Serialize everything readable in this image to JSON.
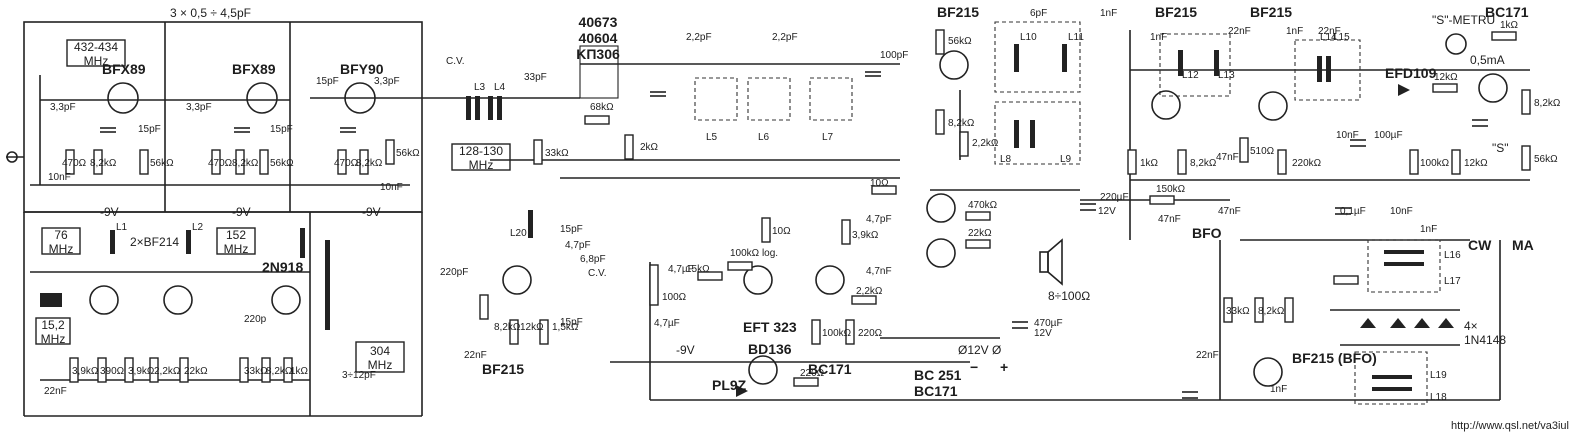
{
  "watermark_url": "http://www.qsl.net/va3iul",
  "frame_labels": {
    "f432": "432-434\nMHz",
    "f76": "76\nMHz",
    "f152": "152\nMHz",
    "f152b": "15,2\nMHz",
    "f304": "304\nMHz",
    "f128": "128-130\nMHz"
  },
  "transistors": {
    "bfx89a": "BFX89",
    "bfx89b": "BFX89",
    "bfy90": "BFY90",
    "bf214": "2×BF214",
    "n2n918": "2N918",
    "mos": "40673\n40604\nKП306",
    "bf215a": "BF215",
    "bf215b": "BF215",
    "bf215c": "BF215",
    "bf215d": "BF215",
    "bf215bfo": "BF215 (BFO)",
    "eft323": "EFT 323",
    "bd136": "BD136",
    "bc171a": "BC171",
    "bc171b": "BC171",
    "bc251": "BC 251",
    "bc171c": "BC171",
    "efd109": "EFD109",
    "pl9z": "PL9Z",
    "diodes": "4×\n1N4148"
  },
  "top_caps": "3 × 0,5 ÷ 4,5pF",
  "cap_labels": [
    "3,3pF",
    "3,3pF",
    "15pF",
    "15pF",
    "15pF",
    "3,3pF",
    "C.V.",
    "33pF",
    "2,2pF",
    "2,2pF",
    "100pF",
    "6pF",
    "1nF",
    "22nF",
    "1nF",
    "1nF",
    "22nF",
    "220pF",
    "4,7pF",
    "C.V.",
    "6,8pF",
    "15pF",
    "15pF",
    "4,7pF",
    "4,7nF",
    "4,7µF",
    "4,7µF",
    "220µF",
    "470µF",
    "100µF",
    "10nF",
    "0,1µF",
    "10nF",
    "1nF",
    "47nF",
    "47nF",
    "47nF",
    "22nF",
    "22nF",
    "220p",
    "3÷12pF",
    "10nF",
    "10nF",
    "22nF",
    "1nF"
  ],
  "res_labels": [
    "470Ω",
    "8,2kΩ",
    "56kΩ",
    "470Ω",
    "8,2kΩ",
    "56kΩ",
    "470Ω",
    "8,2kΩ",
    "56kΩ",
    "33kΩ",
    "2kΩ",
    "68kΩ",
    "56kΩ",
    "8,2kΩ",
    "2,2kΩ",
    "8,2kΩ",
    "12kΩ",
    "1,5kΩ",
    "10Ω",
    "10Ω",
    "470kΩ",
    "22kΩ",
    "100kΩ log.",
    "15kΩ",
    "100Ω",
    "100kΩ",
    "220Ω",
    "2,2kΩ",
    "3,9kΩ",
    "220Ω",
    "3,9kΩ",
    "390Ω",
    "3,9kΩ",
    "2,2kΩ",
    "22kΩ",
    "33kΩ",
    "8,2kΩ",
    "1kΩ",
    "1kΩ",
    "8,2kΩ",
    "510Ω",
    "220kΩ",
    "150kΩ",
    "100kΩ",
    "12kΩ",
    "8,2kΩ",
    "56kΩ",
    "12kΩ",
    "1kΩ",
    "33kΩ",
    "8,2kΩ"
  ],
  "misc": {
    "meter": "\"S\"-METRU",
    "meter_range": "0,5mA",
    "s_pot": "\"S\"",
    "supply_minus": "-9V",
    "supply_neg1": "-9V",
    "supply_neg2": "-9V",
    "supply_neg3": "-9V",
    "supply_main": "Ø12V Ø",
    "minus": "−",
    "plus": "+",
    "spk": "8÷100Ω",
    "bfo": "BFO",
    "cw": "CW",
    "ma": "MA",
    "cap_12v1": "12V",
    "cap_12v2": "12V",
    "coils": [
      "L1",
      "L2",
      "L3",
      "L4",
      "L5",
      "L6",
      "L7",
      "L8",
      "L9",
      "L10",
      "L11",
      "L12",
      "L13",
      "L14",
      "L15",
      "L16",
      "L17",
      "L18",
      "L19",
      "L20"
    ]
  }
}
